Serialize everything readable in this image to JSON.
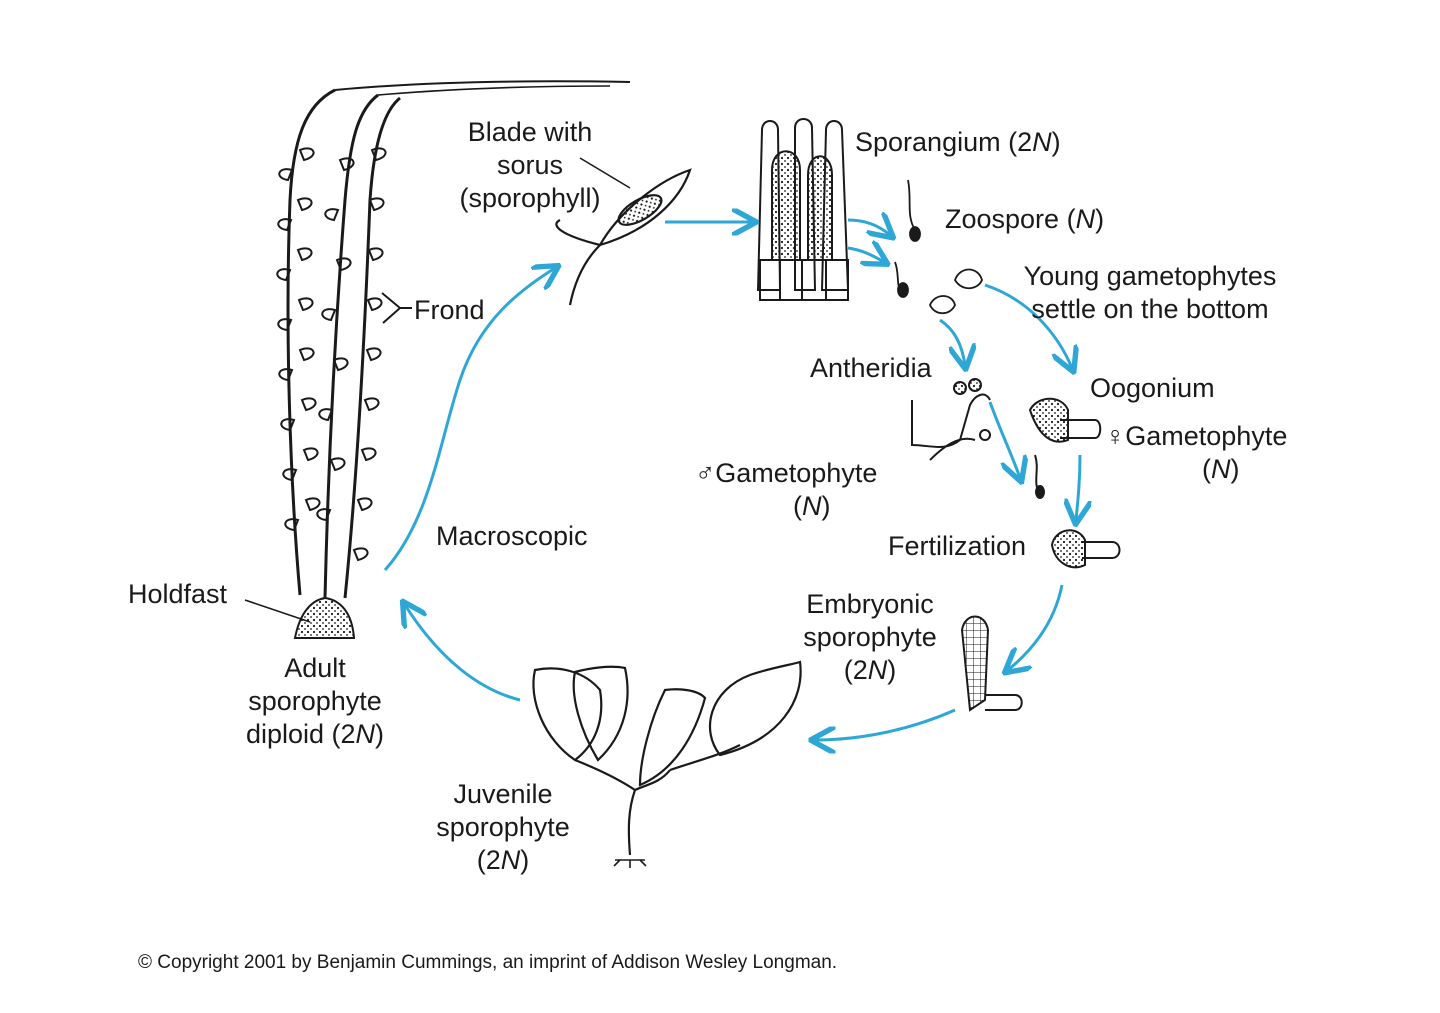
{
  "colors": {
    "arrow": "#2ea7d6",
    "ink": "#1a1a1a",
    "background": "#ffffff"
  },
  "labels": {
    "blade_with_sorus_1": "Blade with",
    "blade_with_sorus_2": "sorus",
    "blade_with_sorus_3": "(sporophyll)",
    "sporangium_pre": "Sporangium (2",
    "sporangium_n": "N",
    "sporangium_post": ")",
    "zoospore_pre": "Zoospore (",
    "zoospore_n": "N",
    "zoospore_post": ")",
    "young_gametophytes_1": "Young gametophytes",
    "young_gametophytes_2": "settle on the bottom",
    "frond": "Frond",
    "antheridia": "Antheridia",
    "oogonium": "Oogonium",
    "female_symbol": "♀",
    "female_gametophyte": "Gametophyte",
    "female_n_pre": "(",
    "female_n": "N",
    "female_n_post": ")",
    "male_symbol": "♂",
    "male_gametophyte": "Gametophyte",
    "male_n_pre": "(",
    "male_n": "N",
    "male_n_post": ")",
    "macroscopic": "Macroscopic",
    "fertilization": "Fertilization",
    "holdfast": "Holdfast",
    "embryonic_1": "Embryonic",
    "embryonic_2": "sporophyte",
    "embryonic_3_pre": "(2",
    "embryonic_3_n": "N",
    "embryonic_3_post": ")",
    "adult_1": "Adult",
    "adult_2": "sporophyte",
    "adult_3_pre": "diploid (2",
    "adult_3_n": "N",
    "adult_3_post": ")",
    "juvenile_1": "Juvenile",
    "juvenile_2": "sporophyte",
    "juvenile_3_pre": "(2",
    "juvenile_3_n": "N",
    "juvenile_3_post": ")"
  },
  "copyright": "© Copyright 2001 by Benjamin Cummings, an imprint of Addison Wesley Longman."
}
